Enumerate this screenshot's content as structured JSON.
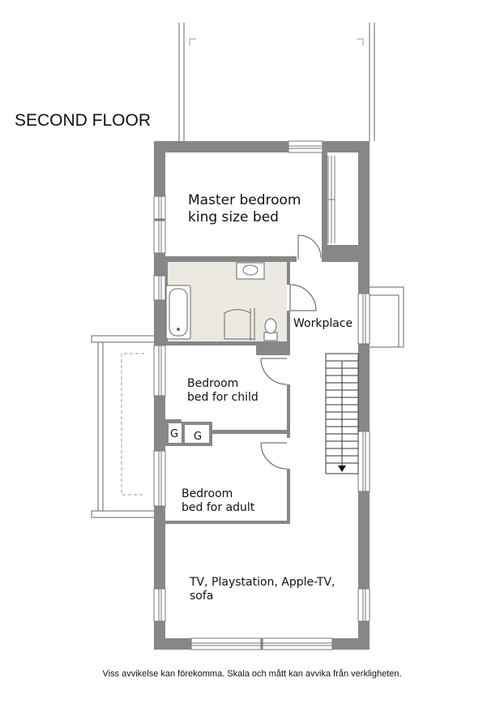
{
  "title": "SECOND FLOOR",
  "rooms": {
    "master": {
      "line1": "Master bedroom",
      "line2": "king size bed"
    },
    "workplace": {
      "label": "Workplace"
    },
    "bedroom_child": {
      "line1": "Bedroom",
      "line2": "bed for child"
    },
    "bedroom_adult": {
      "line1": "Bedroom",
      "line2": "bed for adult"
    },
    "living": {
      "line1": "TV, Playstation, Apple-TV,",
      "line2": "sofa"
    }
  },
  "closets": {
    "g1": "G",
    "g2": "G"
  },
  "disclaimer": "Viss avvikelse kan förekomma. Skala och mått kan avvika från verkligheten.",
  "colors": {
    "wall": "#878787",
    "bathroom_floor": "#ebe9e2",
    "line": "#555555"
  }
}
